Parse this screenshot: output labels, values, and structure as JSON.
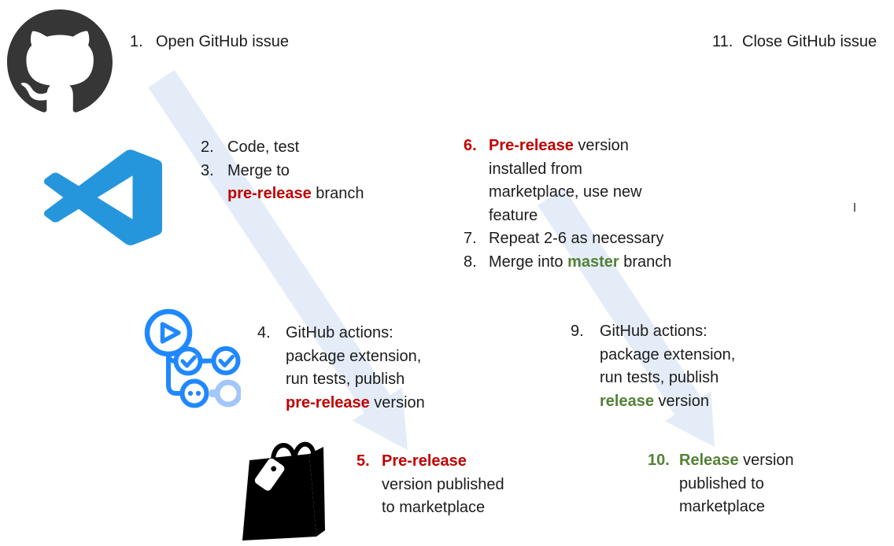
{
  "colors": {
    "text": "#1C1C1C",
    "red": "#C00000",
    "green": "#538135",
    "arrow": "#E4ECF8",
    "github": "#363636",
    "vscode": "#2596DC",
    "actions": "#2088FF",
    "actions_faded": "#A3C7F9"
  },
  "icons": {
    "github": "github-octocat-logo",
    "vscode": "visual-studio-code-logo",
    "actions": "github-actions-workflow-logo",
    "marketplace": "marketplace-shopping-bag-icon"
  },
  "steps": {
    "s1": {
      "num": "1.",
      "text": "Open GitHub issue"
    },
    "s2": {
      "num": "2.",
      "text": "Code, test"
    },
    "s3": {
      "num": "3.",
      "l1": "Merge to",
      "bold": "pre-release",
      "rest": " branch"
    },
    "s4": {
      "num": "4.",
      "l1": "GitHub actions:",
      "l2": "package extension,",
      "l3": "run tests, publish",
      "bold": "pre-release",
      "rest": " version"
    },
    "s5": {
      "num": "5.",
      "bold": "Pre-release",
      "l2": "version published",
      "l3": "to marketplace"
    },
    "s6": {
      "num": "6.",
      "bold": "Pre-release",
      "rest": " version",
      "l2": "installed from",
      "l3": "marketplace, use new",
      "l4": "feature"
    },
    "s7": {
      "num": "7.",
      "text": "Repeat 2-6 as necessary"
    },
    "s8": {
      "num": "8.",
      "pre": "Merge into ",
      "bold": "master",
      "rest": " branch"
    },
    "s9": {
      "num": "9.",
      "l1": "GitHub actions:",
      "l2": "package extension,",
      "l3": "run tests, publish",
      "bold": "release",
      "rest": " version"
    },
    "s10": {
      "num": "10.",
      "bold": "Release",
      "rest": " version",
      "l2": "published to",
      "l3": "marketplace"
    },
    "s11": {
      "num": "11.",
      "text": "Close GitHub issue"
    }
  }
}
